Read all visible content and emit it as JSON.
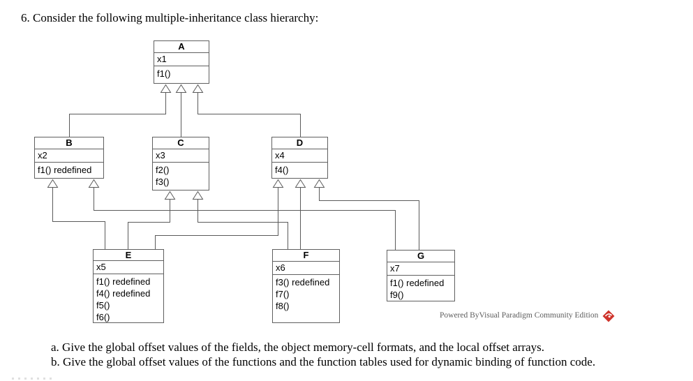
{
  "title": "6. Consider the following multiple-inheritance class hierarchy:",
  "classes": {
    "A": {
      "name": "A",
      "fields": [
        "x1"
      ],
      "methods": [
        "f1()"
      ]
    },
    "B": {
      "name": "B",
      "fields": [
        "x2"
      ],
      "methods": [
        "f1() redefined"
      ]
    },
    "C": {
      "name": "C",
      "fields": [
        "x3"
      ],
      "methods": [
        "f2()",
        "f3()"
      ]
    },
    "D": {
      "name": "D",
      "fields": [
        "x4"
      ],
      "methods": [
        "f4()"
      ]
    },
    "E": {
      "name": "E",
      "fields": [
        "x5"
      ],
      "methods": [
        "f1() redefined",
        "f4() redefined",
        "f5()",
        "f6()"
      ]
    },
    "F": {
      "name": "F",
      "fields": [
        "x6"
      ],
      "methods": [
        "f3() redefined",
        "f7()",
        "f8()"
      ]
    },
    "G": {
      "name": "G",
      "fields": [
        "x7"
      ],
      "methods": [
        "f1() redefined",
        "f9()"
      ]
    }
  },
  "inheritance": [
    {
      "child": "B",
      "parent": "A"
    },
    {
      "child": "C",
      "parent": "A"
    },
    {
      "child": "D",
      "parent": "A"
    },
    {
      "child": "E",
      "parent": "B"
    },
    {
      "child": "E",
      "parent": "C"
    },
    {
      "child": "E",
      "parent": "D"
    },
    {
      "child": "F",
      "parent": "C"
    },
    {
      "child": "F",
      "parent": "D"
    },
    {
      "child": "G",
      "parent": "B"
    },
    {
      "child": "G",
      "parent": "D"
    }
  ],
  "watermark": {
    "text": "Powered ByVisual Paradigm Community Edition"
  },
  "questions": {
    "a": "a. Give the global offset values of the fields, the object memory-cell formats, and the local offset arrays.",
    "b": "b. Give the global offset values of the functions and the function tables used for dynamic binding of function code."
  },
  "colors": {
    "line": "#5a5a5a",
    "box_border": "#5f5f5f",
    "text": "#000000",
    "watermark_text": "#5d5d5d",
    "logo_red": "#cf342c"
  }
}
